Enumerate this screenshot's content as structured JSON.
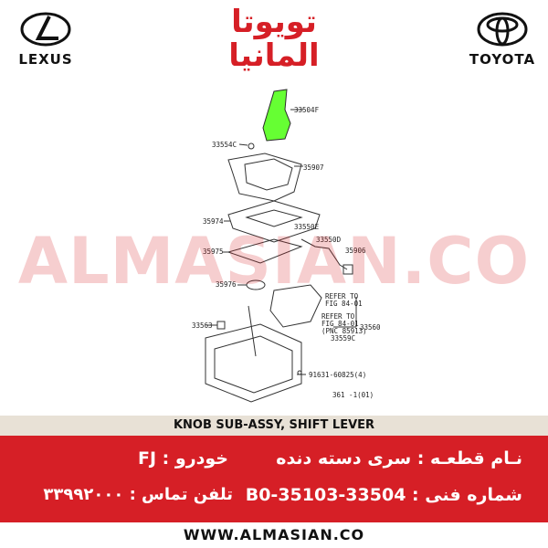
{
  "header": {
    "left_logo_text": "LEXUS",
    "right_logo_text": "TOYOTA",
    "brand_line1": "تویوتا",
    "brand_line2": "المانیا"
  },
  "watermark": "ALMASIAN.CO",
  "diagram": {
    "part_labels": [
      "33504F",
      "33554C",
      "35907",
      "35974",
      "33550E",
      "33550D",
      "35975",
      "35906",
      "35976",
      "REFER TO",
      "FIG 84-01",
      "REFER TO",
      "FIG 84-01",
      "(PNC 85913)",
      "33563",
      "33560",
      "33559C",
      "91631-60825(4)",
      "361 -1(01)"
    ]
  },
  "caption": "KNOB SUB-ASSY, SHIFT LEVER",
  "info": {
    "part_name": "نـام قطعـه : سری دسته دنده",
    "part_number": "شماره فنی : B0-35103-33504",
    "vehicle": "خودرو : FJ",
    "phone": "تلفن تماس : ۳۳۹۹۲۰۰۰"
  },
  "footer": "WWW.ALMASIAN.CO",
  "colors": {
    "brand_red": "#d61f26",
    "part_highlight": "#66ff33",
    "caption_bg": "#e8e1d6"
  }
}
